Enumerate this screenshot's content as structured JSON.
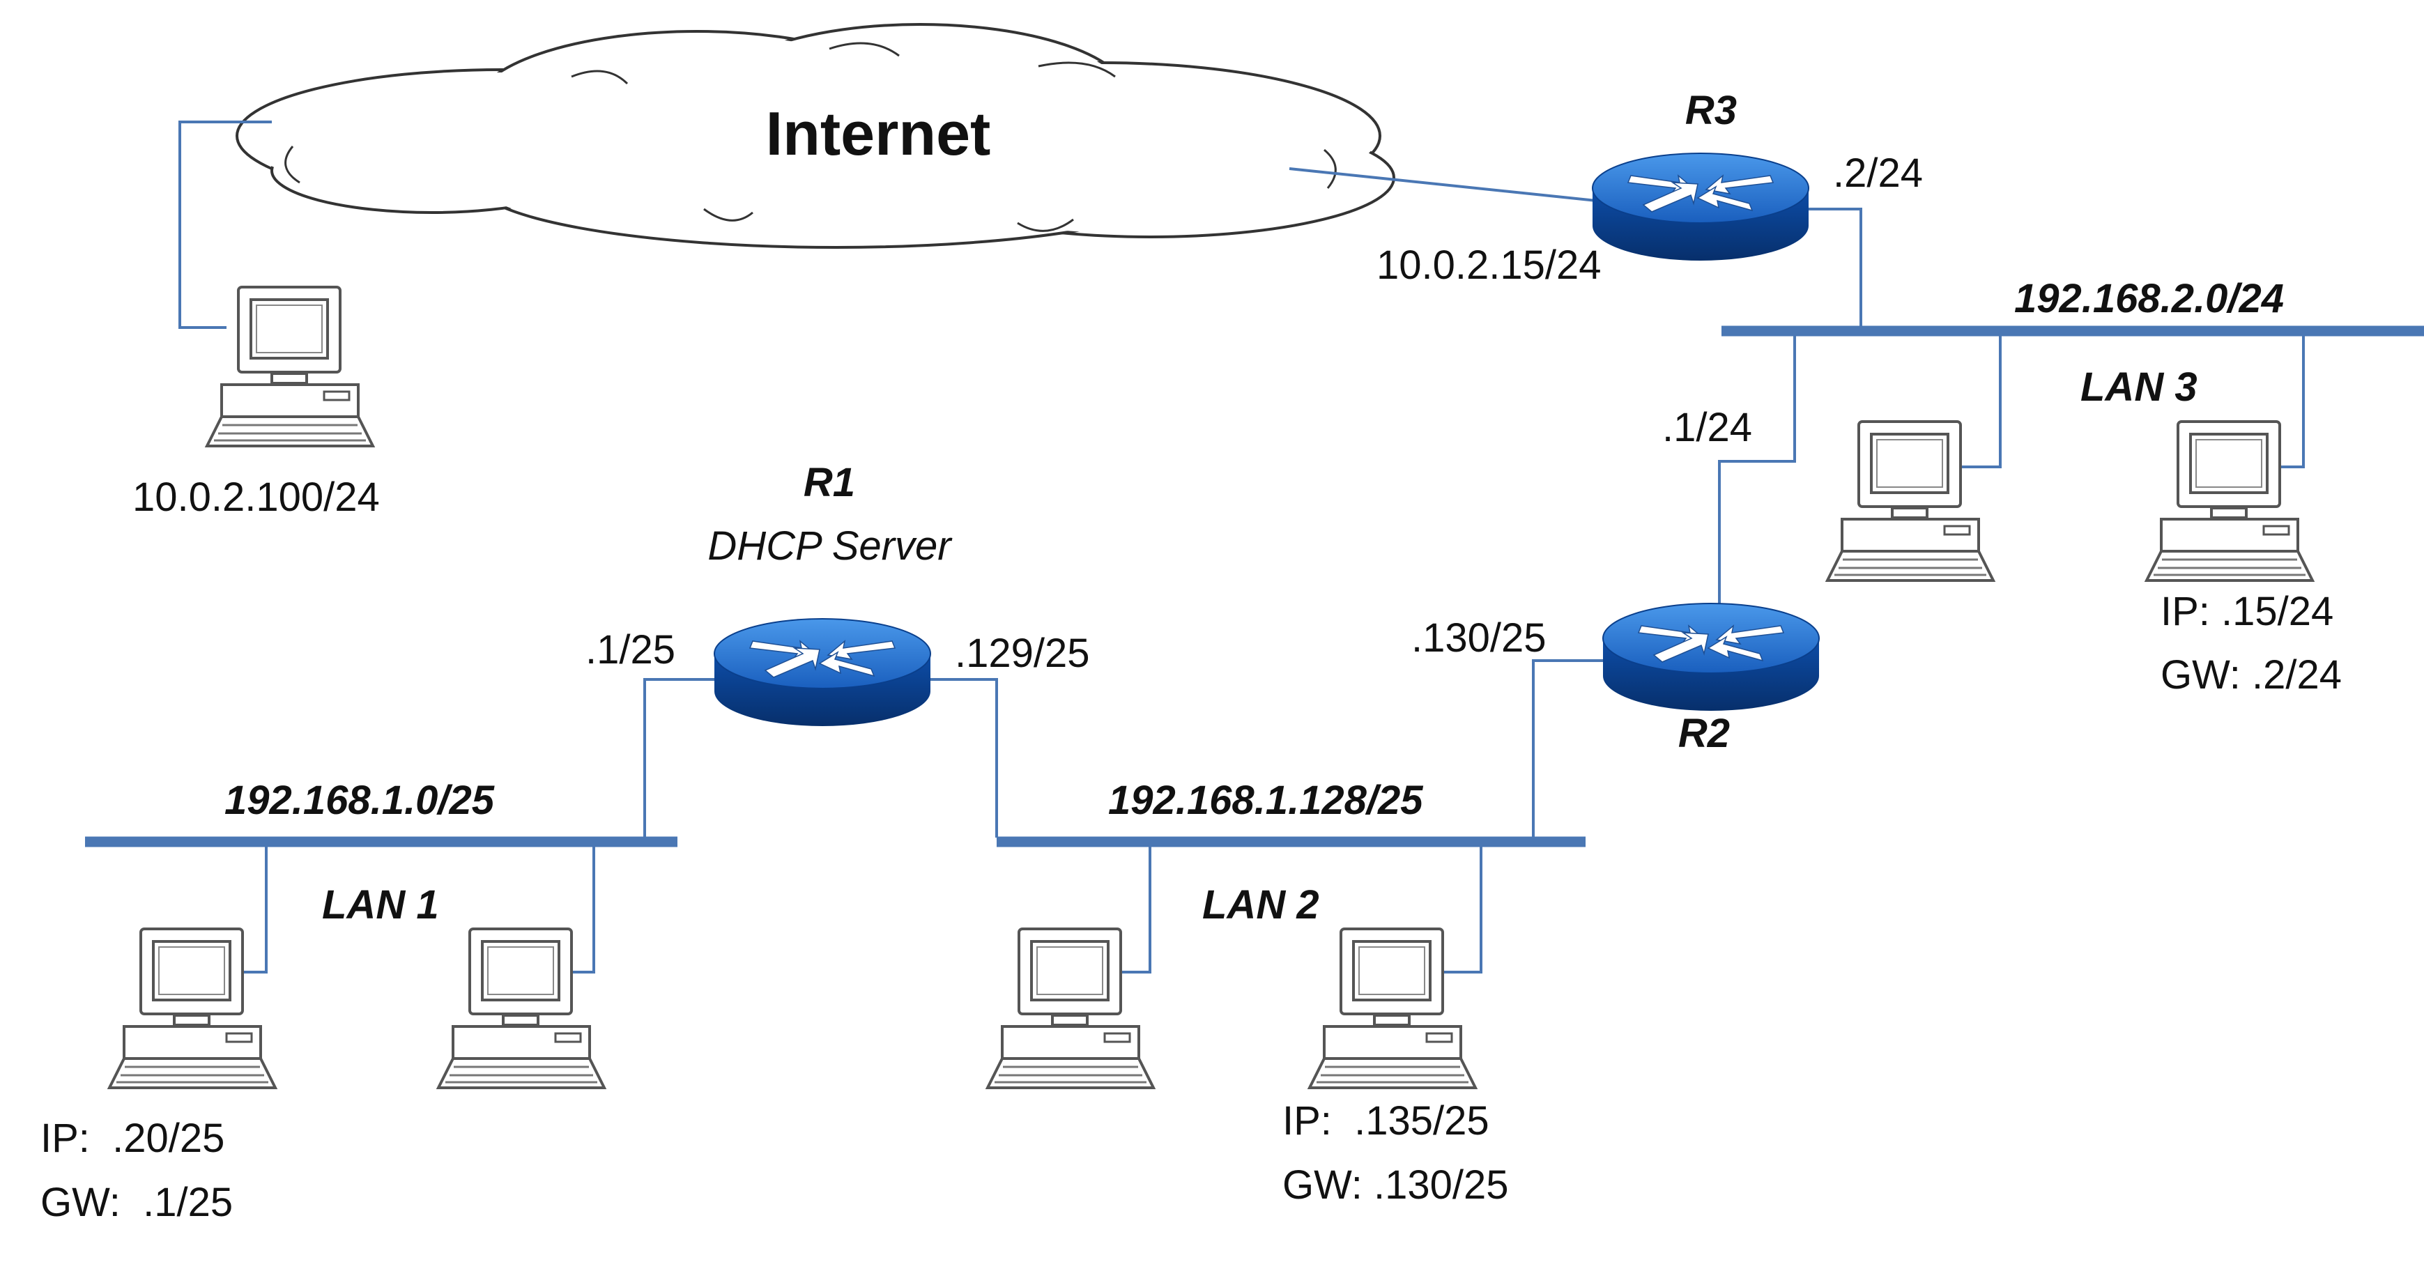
{
  "colors": {
    "link": "#4a77b4",
    "router_top": "#2f7dd3",
    "router_side": "#0a3f8c",
    "host_outline": "#555555"
  },
  "cloud": {
    "label": "Internet",
    "icon": "cloud-icon"
  },
  "routers": {
    "r1": {
      "name": "R1",
      "role": "DHCP Server",
      "if_left": ".1/25",
      "if_right": ".129/25",
      "icon": "router-icon"
    },
    "r2": {
      "name": "R2",
      "if_top": ".1/24",
      "if_left": ".130/25",
      "icon": "router-icon"
    },
    "r3": {
      "name": "R3",
      "if_internet": "10.0.2.15/24",
      "if_lan": ".2/24",
      "icon": "router-icon"
    }
  },
  "networks": {
    "lan1": {
      "name": "LAN 1",
      "subnet": "192.168.1.0/25"
    },
    "lan2": {
      "name": "LAN 2",
      "subnet": "192.168.1.128/25"
    },
    "lan3": {
      "name": "LAN 3",
      "subnet": "192.168.2.0/24"
    }
  },
  "hosts": {
    "internet_host": {
      "ip": "10.0.2.100/24"
    },
    "lan1_host": {
      "ip_line": "IP:  .20/25",
      "gw_line": "GW:  .1/25"
    },
    "lan2_host": {
      "ip_line": "IP:  .135/25",
      "gw_line": "GW: .130/25"
    },
    "lan3_host": {
      "ip_line": "IP: .15/24",
      "gw_line": "GW: .2/24"
    }
  }
}
